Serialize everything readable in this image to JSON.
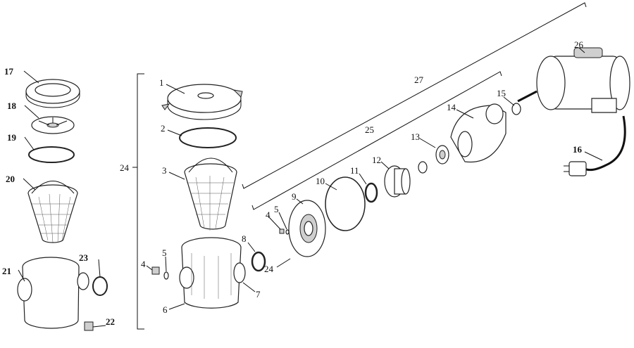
{
  "diagram": {
    "title": "Pump exploded parts diagram",
    "labels": {
      "l17": "17",
      "l18": "18",
      "l19": "19",
      "l20": "20",
      "l21": "21",
      "l22": "22",
      "l23": "23",
      "m1": "1",
      "m2": "2",
      "m3": "3",
      "m24": "24",
      "m4": "4",
      "m5": "5",
      "m6": "6",
      "m7": "7",
      "m8": "8",
      "r27": "27",
      "r25": "25",
      "r26": "26",
      "r15": "15",
      "r14": "14",
      "r13": "13",
      "r12": "12",
      "r11": "11",
      "r10": "10",
      "r9": "9",
      "r5": "5",
      "r4": "4",
      "r24": "24",
      "r16": "16"
    }
  }
}
